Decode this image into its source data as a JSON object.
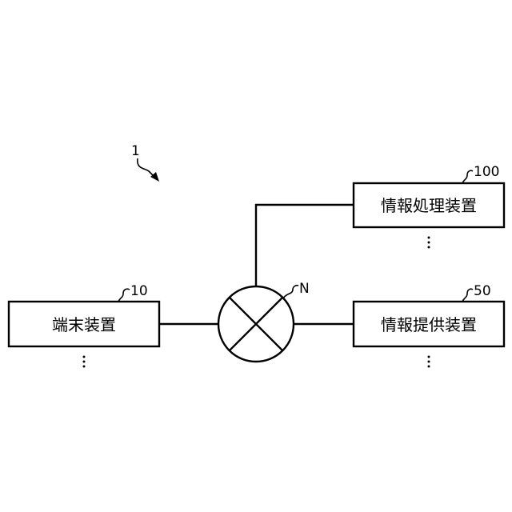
{
  "system_ref": "1",
  "network": {
    "ref": "N"
  },
  "terminal": {
    "label": "端末装置",
    "ref": "10"
  },
  "info_processor": {
    "label": "情報処理装置",
    "ref": "100"
  },
  "info_provider": {
    "label": "情報提供装置",
    "ref": "50"
  }
}
